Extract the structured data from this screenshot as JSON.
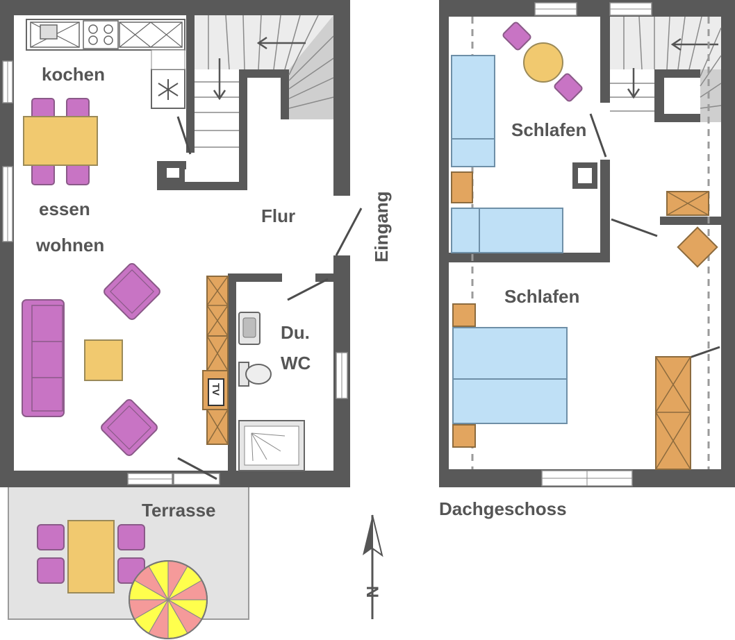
{
  "ground_floor": {
    "rooms": {
      "kitchen": "kochen",
      "dining": "essen",
      "living": "wohnen",
      "hall": "Flur",
      "bath_line1": "Du.",
      "bath_line2": "WC",
      "entrance": "Eingang",
      "terrace": "Terrasse"
    },
    "tv_label": "TV"
  },
  "upper_floor": {
    "title": "Dachgeschoss",
    "rooms": {
      "bedroom_small": "Schlafen",
      "bedroom_large": "Schlafen"
    }
  },
  "compass": {
    "north_label": "N"
  },
  "colors": {
    "wall": "#595959",
    "furniture_purple": "#c874c4",
    "table_yellow": "#f1c96f",
    "bed_blue": "#bfe0f6",
    "cabinet_orange": "#e2a55f",
    "terrace_gray": "#e3e3e3",
    "umbrella_yellow": "#ffff4d",
    "umbrella_pink": "#f59a9a"
  }
}
